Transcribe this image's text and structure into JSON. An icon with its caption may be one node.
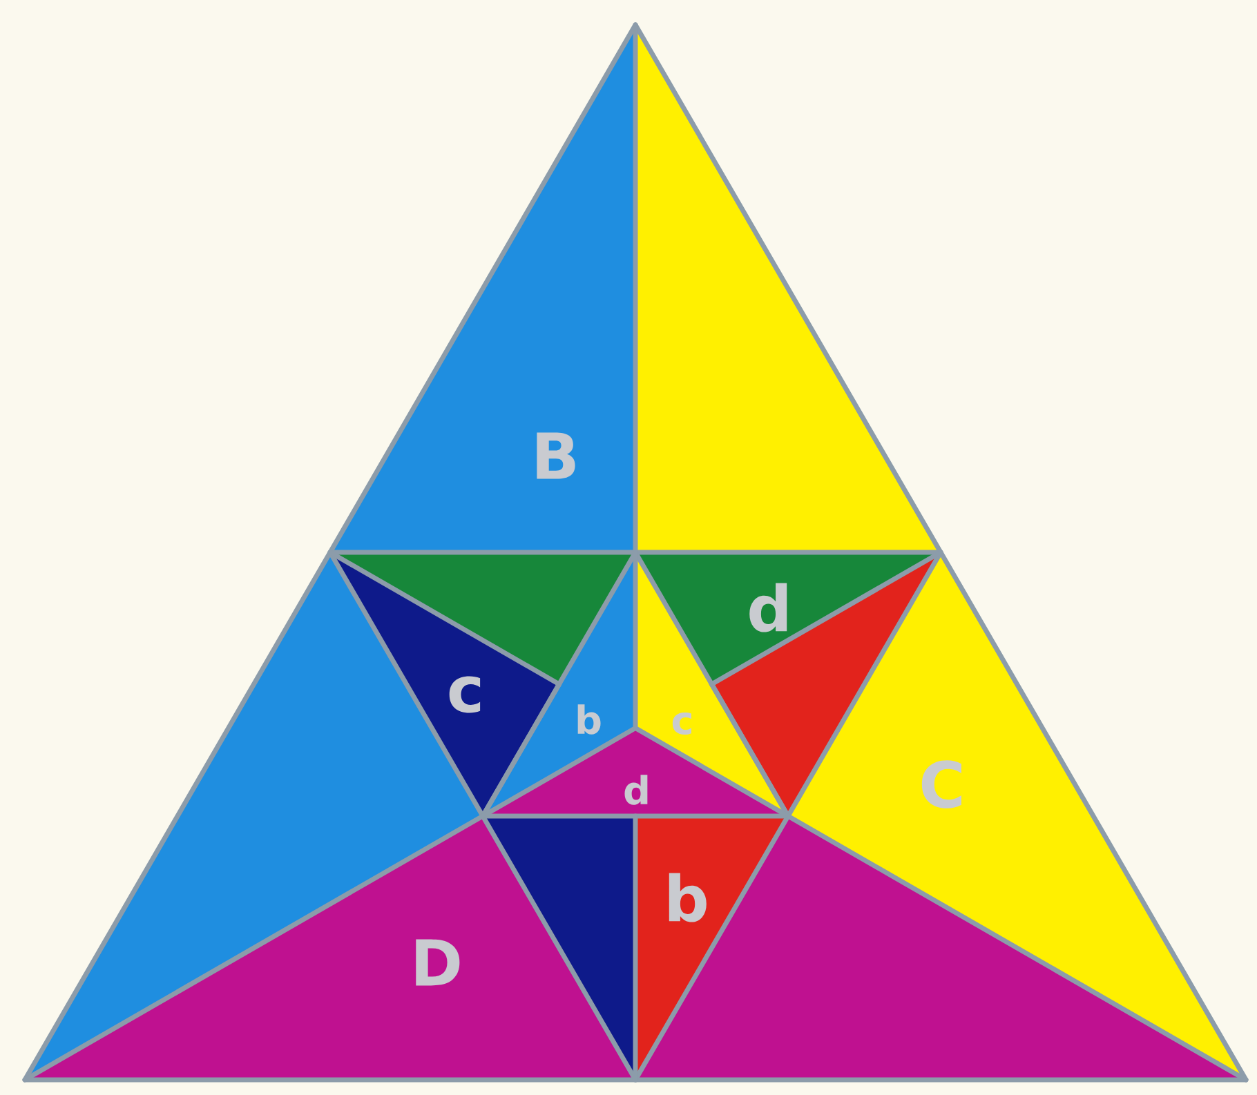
{
  "diagram": {
    "labels": [
      "B",
      "d",
      "c",
      "b",
      "c",
      "d",
      "C",
      "b",
      "D"
    ]
  }
}
